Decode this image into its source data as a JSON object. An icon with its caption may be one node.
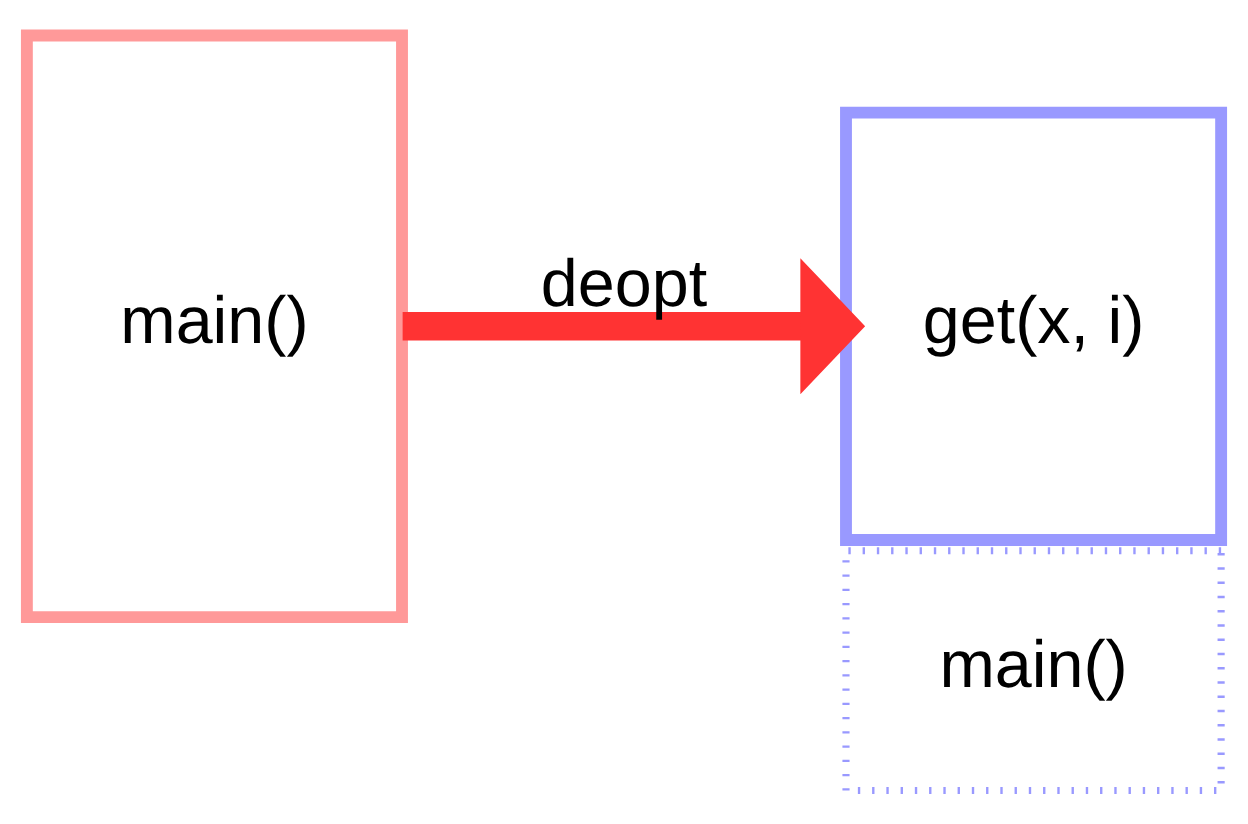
{
  "diagram": {
    "nodes": [
      {
        "text": [
          "main()"
        ]
      },
      {
        "text": [
          "get(x, i)"
        ]
      },
      {
        "text": [
          "main()"
        ]
      }
    ],
    "edges": [
      {
        "from": 0,
        "to": 1,
        "arrow": "to",
        "label": "deopt",
        "color": "#ff3333"
      }
    ]
  }
}
